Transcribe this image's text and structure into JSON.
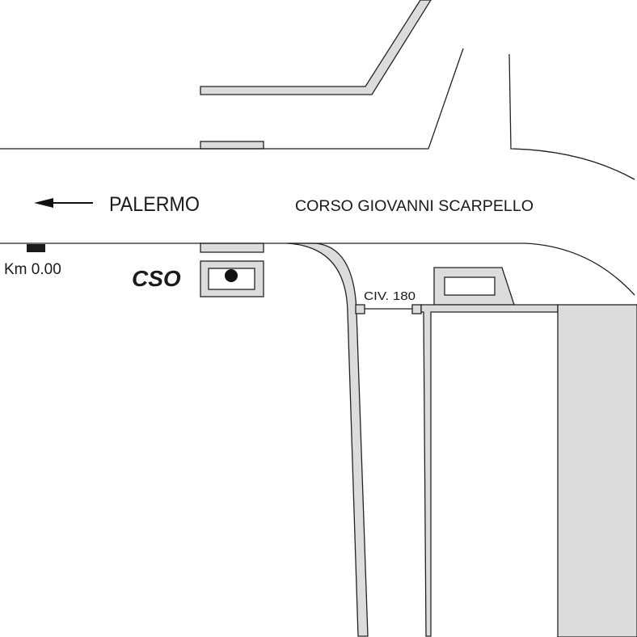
{
  "labels": {
    "direction": "PALERMO",
    "street": "CORSO GIOVANNI SCARPELLO",
    "km_marker": "Km 0.00",
    "station": "CSO",
    "house_number": "CIV. 180"
  },
  "icons": {
    "direction_arrow": "arrow-left-icon",
    "station_point": "filled-dot-icon",
    "km_marker": "black-rectangle-marker"
  },
  "colors": {
    "fill": "#dcdcdc",
    "stroke": "#222222",
    "marker": "#1a1a1a"
  }
}
